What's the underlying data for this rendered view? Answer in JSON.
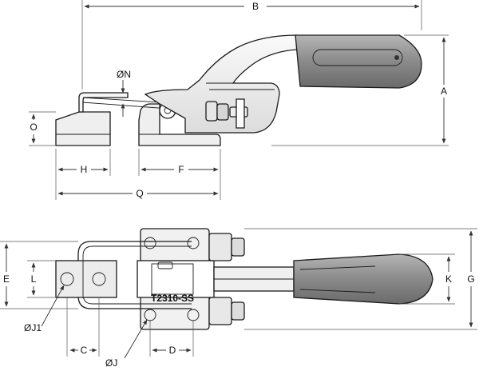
{
  "dimension_labels": {
    "A": "A",
    "B": "B",
    "C": "C",
    "D": "D",
    "E": "E",
    "F": "F",
    "G": "G",
    "H": "H",
    "K": "K",
    "L": "L",
    "O": "O",
    "Q": "Q",
    "N": "ØN",
    "J": "ØJ",
    "J1": "ØJ1"
  },
  "part_marking": "T2310-SS",
  "colors": {
    "line": "#1a1a1a",
    "part_fill": "#f4f4f4",
    "handle_fill": "#9a9a9a",
    "handle_dark": "#6e6e6e",
    "dimension_line": "#333333"
  }
}
